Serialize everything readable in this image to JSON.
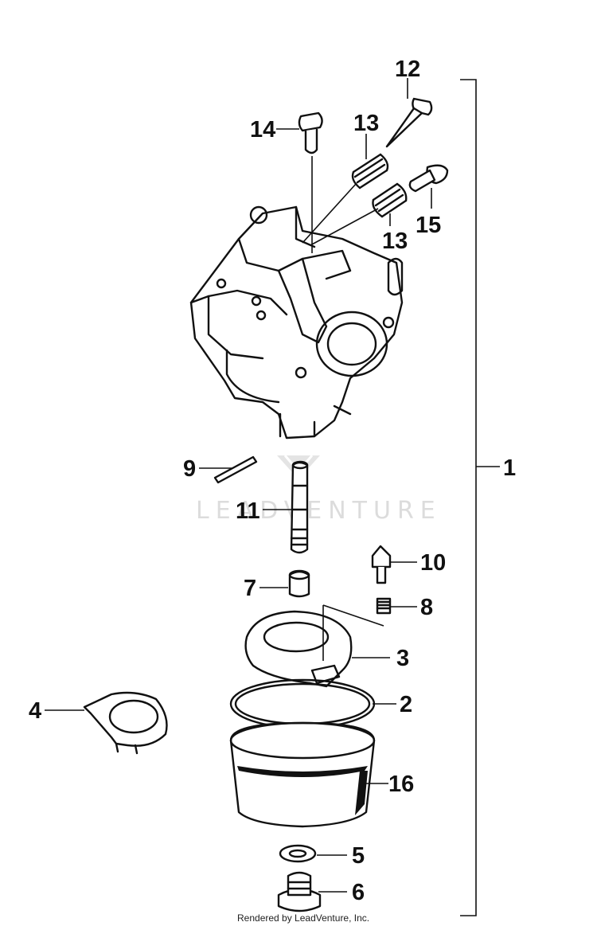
{
  "watermark": "LEADVENTURE",
  "credit": "Rendered by LeadVenture, Inc.",
  "callouts": {
    "c1": "1",
    "c2": "2",
    "c3": "3",
    "c4": "4",
    "c5": "5",
    "c6": "6",
    "c7": "7",
    "c8": "8",
    "c9": "9",
    "c10": "10",
    "c11": "11",
    "c12": "12",
    "c13a": "13",
    "c13b": "13",
    "c14": "14",
    "c15": "15",
    "c16": "16"
  }
}
